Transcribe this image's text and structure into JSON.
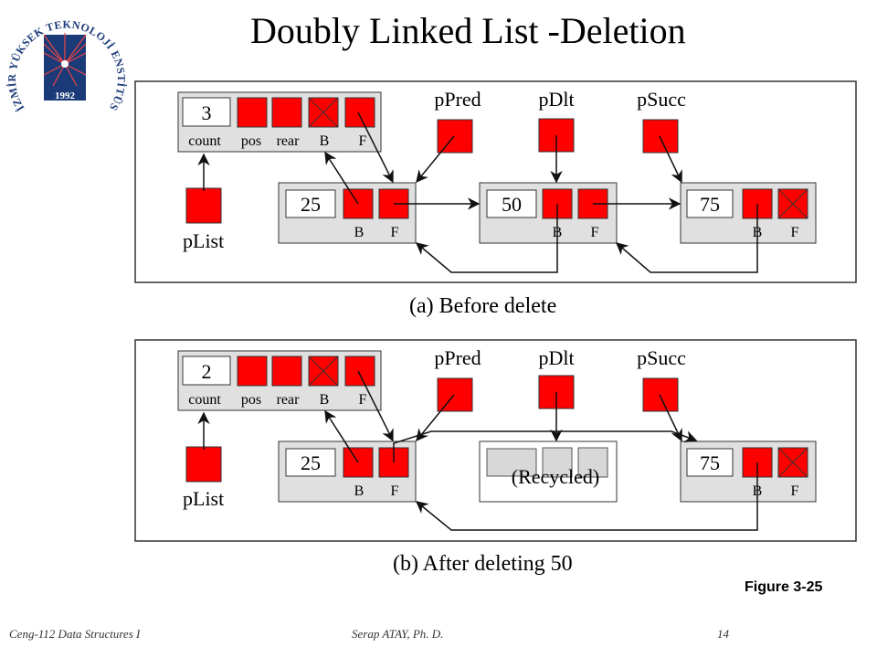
{
  "slide": {
    "title": "Doubly Linked List -Deletion",
    "figure_label": "Figure 3-25",
    "footer_left": "Ceng-112 Data Structures I",
    "footer_center": "Serap ATAY, Ph. D.",
    "footer_right": "14"
  },
  "logo": {
    "arc_text": "İZMİR YÜKSEK TEKNOLOJİ ENSTİTÜSÜ",
    "year": "1992",
    "color": "#1b3a78"
  },
  "colors": {
    "node_fill": "#ff0000",
    "panel_fill": "#e0e0e0",
    "border": "#333333"
  },
  "labels": {
    "head_fields": [
      "count",
      "pos",
      "rear",
      "B",
      "F"
    ],
    "node_fields": [
      "B",
      "F"
    ],
    "pointers": [
      "pPred",
      "pDlt",
      "pSucc"
    ],
    "plist": "pList"
  },
  "panel_a": {
    "caption": "(a) Before delete",
    "count": "3",
    "nodes": [
      "25",
      "50",
      "75"
    ]
  },
  "panel_b": {
    "caption": "(b) After deleting 50",
    "count": "2",
    "nodes": [
      "25",
      "75"
    ],
    "recycled": "(Recycled)"
  }
}
